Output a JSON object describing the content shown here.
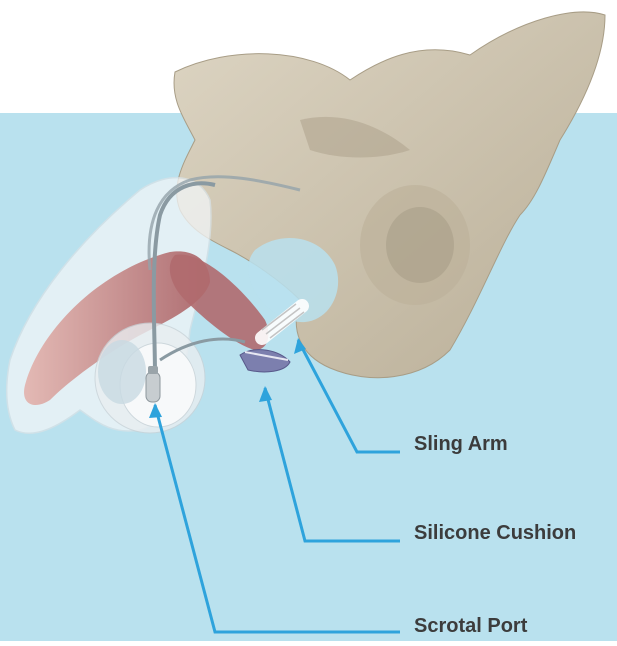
{
  "colors": {
    "background_panel": "#b9e1ee",
    "bone": "#cfc6b2",
    "leader_line": "#2ea3dc",
    "label_text": "#3c3c3c",
    "tissue": "#c98a8a"
  },
  "callouts": [
    {
      "id": "sling-arm",
      "label": "Sling Arm"
    },
    {
      "id": "silicone-cushion",
      "label": "Silicone Cushion"
    },
    {
      "id": "scrotal-port",
      "label": "Scrotal Port"
    }
  ]
}
